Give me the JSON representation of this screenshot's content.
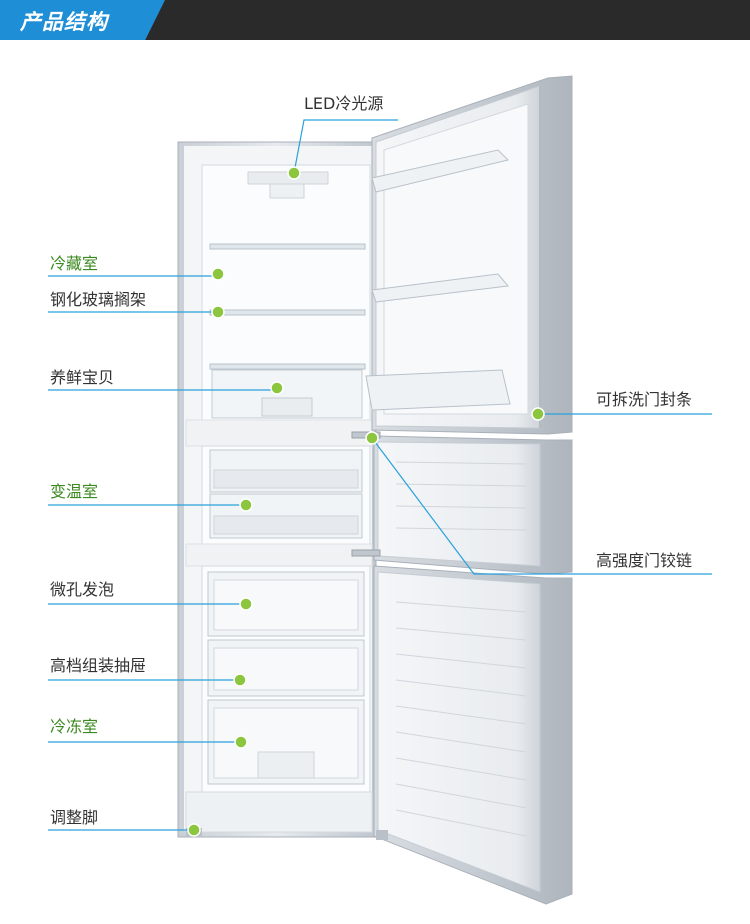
{
  "header": {
    "title": "产品结构"
  },
  "colors": {
    "accent_blue": "#1e8fd6",
    "line_blue": "#2aa0dc",
    "dot_green": "#8cc63f",
    "label_green": "#3b8a1f",
    "label_dark": "#333333"
  },
  "labels": {
    "led": "LED冷光源",
    "fridge": "冷藏室",
    "glass_shelf": "钢化玻璃搁架",
    "fresh_box": "养鲜宝贝",
    "variable": "变温室",
    "foam": "微孔发泡",
    "drawer": "高档组装抽屉",
    "freezer": "冷冻室",
    "foot": "调整脚",
    "door_seal": "可拆洗门封条",
    "hinge": "高强度门铰链"
  }
}
